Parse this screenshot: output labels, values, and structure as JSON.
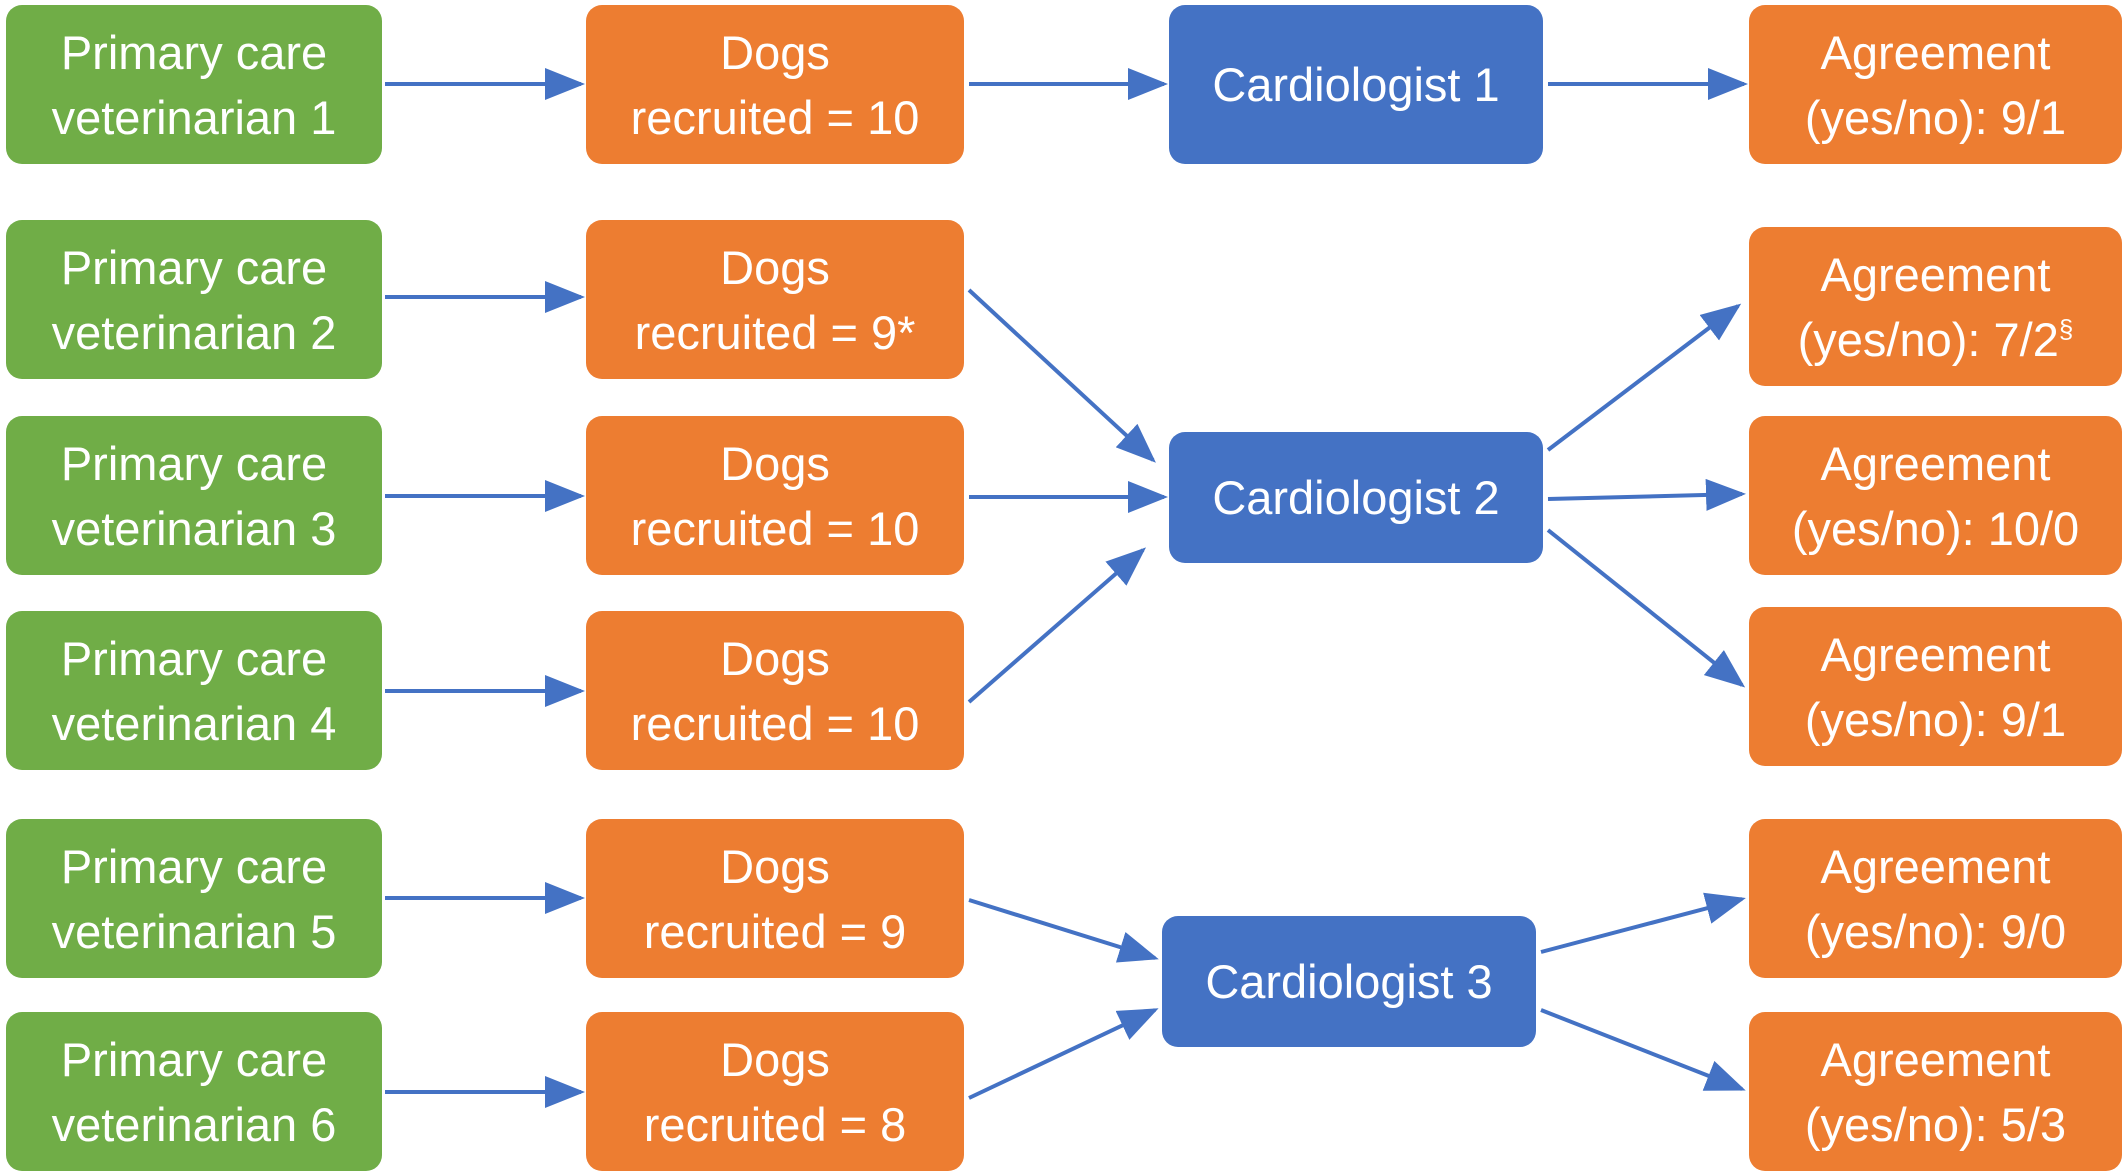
{
  "vets": [
    {
      "line1": "Primary care",
      "line2": "veterinarian 1"
    },
    {
      "line1": "Primary care",
      "line2": "veterinarian 2"
    },
    {
      "line1": "Primary care",
      "line2": "veterinarian 3"
    },
    {
      "line1": "Primary care",
      "line2": "veterinarian 4"
    },
    {
      "line1": "Primary care",
      "line2": "veterinarian 5"
    },
    {
      "line1": "Primary care",
      "line2": "veterinarian 6"
    }
  ],
  "dogs": [
    {
      "line1": "Dogs",
      "line2": "recruited = 10"
    },
    {
      "line1": "Dogs",
      "line2": "recruited = 9*"
    },
    {
      "line1": "Dogs",
      "line2": "recruited = 10"
    },
    {
      "line1": "Dogs",
      "line2": "recruited = 10"
    },
    {
      "line1": "Dogs",
      "line2": "recruited = 9"
    },
    {
      "line1": "Dogs",
      "line2": "recruited = 8"
    }
  ],
  "cardiologists": [
    {
      "label": "Cardiologist 1"
    },
    {
      "label": "Cardiologist 2"
    },
    {
      "label": "Cardiologist 3"
    }
  ],
  "agreements": [
    {
      "line1": "Agreement",
      "line2": "(yes/no): 9/1",
      "sup": ""
    },
    {
      "line1": "Agreement",
      "line2": "(yes/no): 7/2",
      "sup": "§"
    },
    {
      "line1": "Agreement",
      "line2": "(yes/no): 10/0",
      "sup": ""
    },
    {
      "line1": "Agreement",
      "line2": "(yes/no): 9/1",
      "sup": ""
    },
    {
      "line1": "Agreement",
      "line2": "(yes/no): 9/0",
      "sup": ""
    },
    {
      "line1": "Agreement",
      "line2": "(yes/no): 5/3",
      "sup": ""
    }
  ],
  "colors": {
    "vet_box": "#70ad47",
    "dogs_box": "#ed7d31",
    "cardiologist_box": "#4472c4",
    "agreement_box": "#ed7d31",
    "arrow": "#4472c4"
  }
}
